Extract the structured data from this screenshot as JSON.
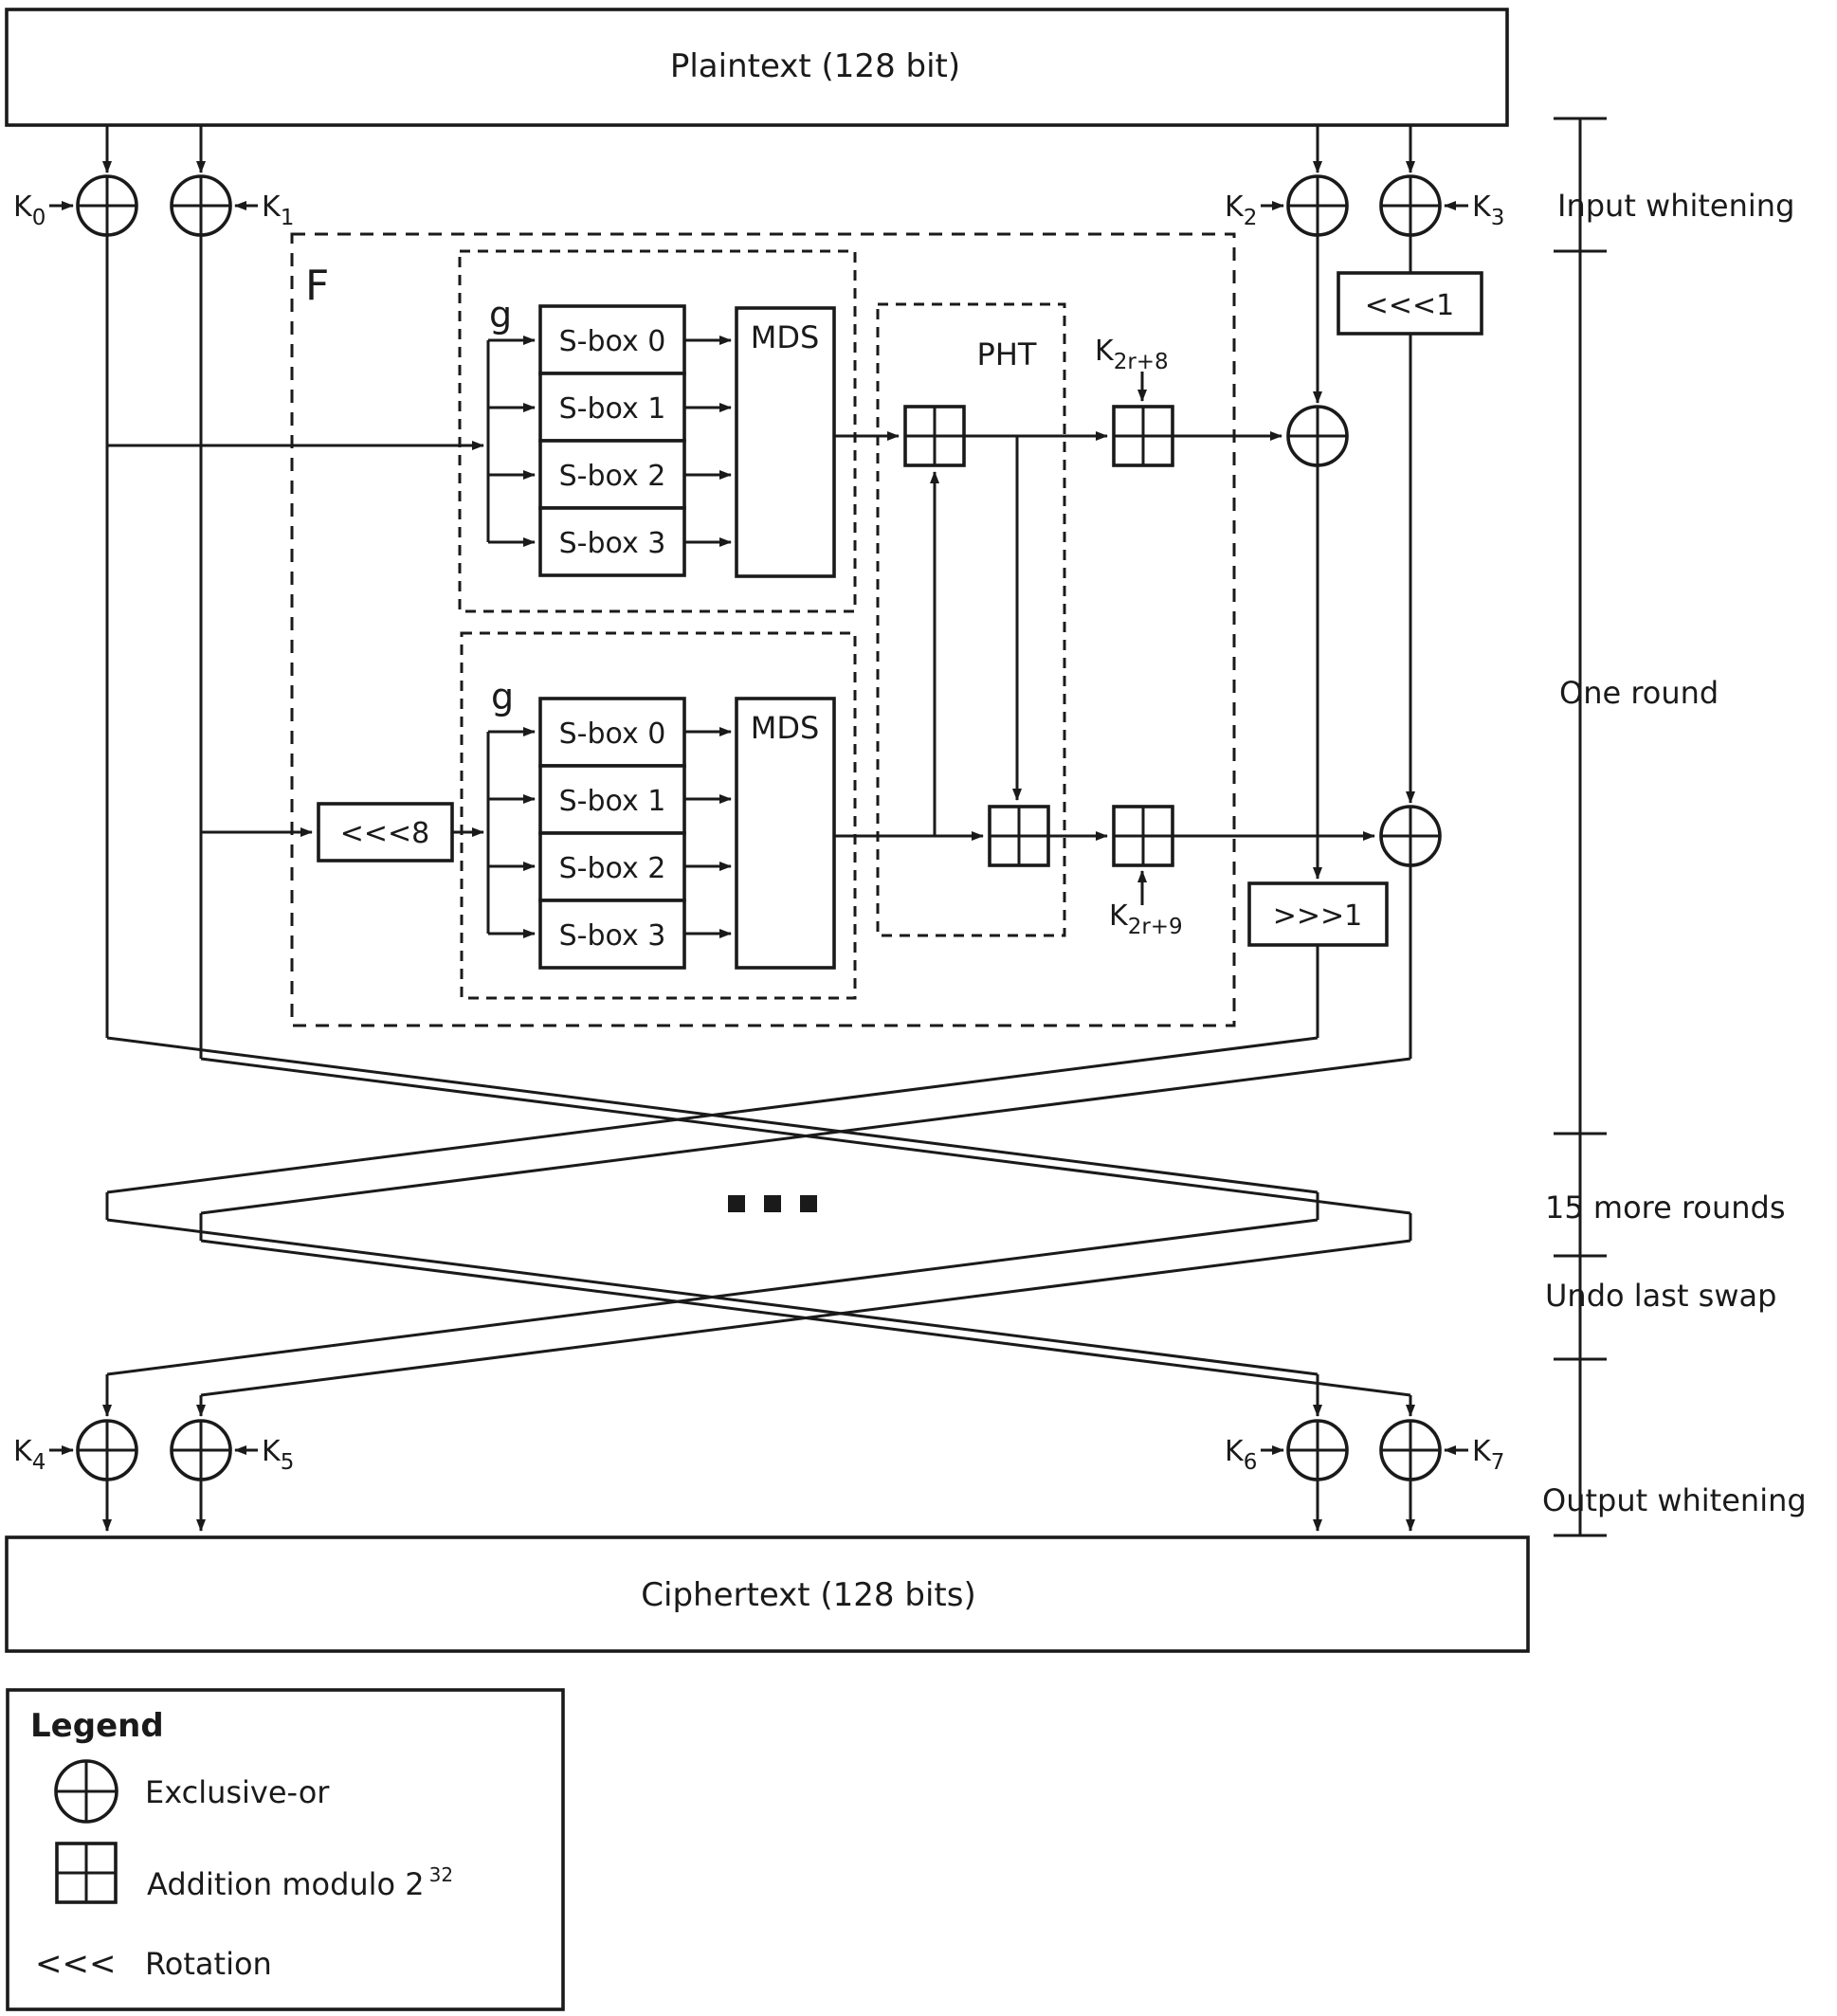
{
  "diagram": {
    "plaintext_label": "Plaintext (128 bit)",
    "ciphertext_label": "Ciphertext (128 bits)",
    "f_label": "F",
    "g_label": "g",
    "pht_label": "PHT",
    "mds_label": "MDS",
    "sboxes": [
      "S-box 0",
      "S-box 1",
      "S-box 2",
      "S-box 3"
    ],
    "rotations": {
      "left1": "<<<1",
      "left8": "<<<8",
      "right1": ">>>1"
    },
    "keys": {
      "k0": {
        "base": "K",
        "sub": "0"
      },
      "k1": {
        "base": "K",
        "sub": "1"
      },
      "k2": {
        "base": "K",
        "sub": "2"
      },
      "k3": {
        "base": "K",
        "sub": "3"
      },
      "k4": {
        "base": "K",
        "sub": "4"
      },
      "k5": {
        "base": "K",
        "sub": "5"
      },
      "k6": {
        "base": "K",
        "sub": "6"
      },
      "k7": {
        "base": "K",
        "sub": "7"
      }
    },
    "round_keys": {
      "k2r8": {
        "base": "K",
        "sub": "2r+8"
      },
      "k2r9": {
        "base": "K",
        "sub": "2r+9"
      }
    },
    "stages": {
      "input_whitening": "Input whitening",
      "one_round": "One round",
      "more_rounds": "15 more rounds",
      "undo_swap": "Undo last swap",
      "output_whitening": "Output whitening"
    }
  },
  "legend": {
    "title": "Legend",
    "xor": "Exclusive-or",
    "addition": "Addition modulo 2",
    "addition_sup": "32",
    "rotation_symbol": "<<<",
    "rotation": "Rotation"
  },
  "colors": {
    "ink": "#1a1a1a",
    "background": "#ffffff"
  }
}
